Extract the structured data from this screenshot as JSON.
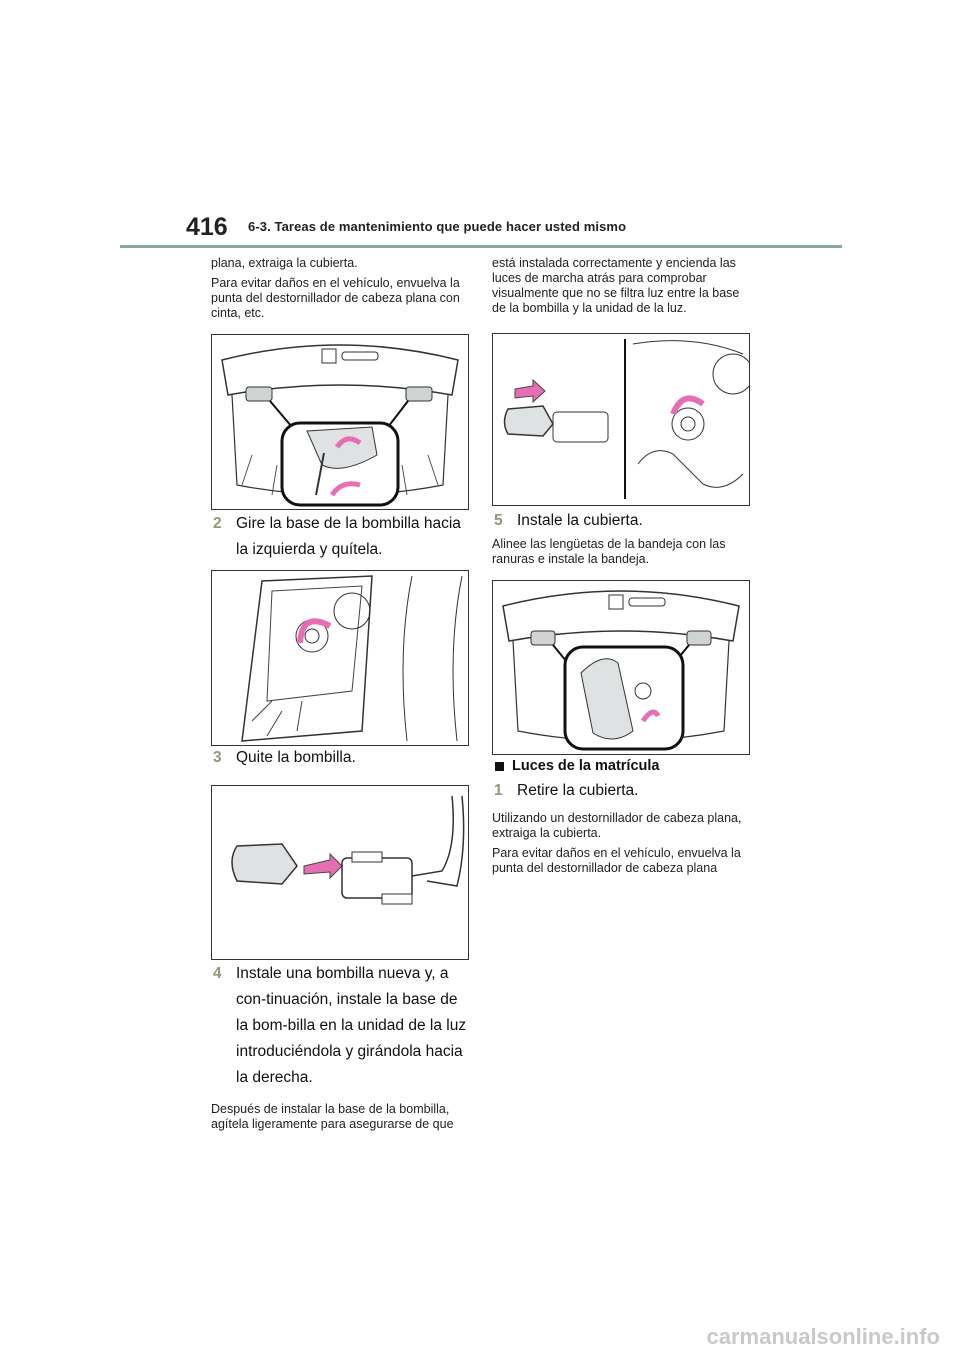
{
  "header": {
    "page_number": "416",
    "section_title": "6-3. Tareas de mantenimiento que puede hacer usted mismo"
  },
  "left_column": {
    "intro_line1": "plana, extraiga la cubierta.",
    "intro_line2": "Para evitar daños en el vehículo, envuelva la punta del destornillador de cabeza plana con cinta, etc.",
    "step2_num": "2",
    "step2_text": "Gire la base de la bombilla hacia la izquierda y quítela.",
    "step3_num": "3",
    "step3_text": "Quite la bombilla.",
    "step4_num": "4",
    "step4_text": "Instale una bombilla nueva y, a con-tinuación, instale la base de la bom-billa en la unidad de la luz introduciéndola y girándola hacia la derecha.",
    "note_after_step4": "Después de instalar la base de la bombilla, agítela ligeramente para asegurarse de que"
  },
  "right_column": {
    "continued_text": "está instalada correctamente y encienda las luces de marcha atrás para comprobar visualmente que no se filtra luz entre la base de la bombilla y la unidad de la luz.",
    "step5_num": "5",
    "step5_text": "Instale la cubierta.",
    "step5_note": "Alinee las lengüetas de la bandeja con las ranuras e instale la bandeja.",
    "subsection_title": "Luces de la matrícula",
    "step1_num": "1",
    "step1_text": "Retire la cubierta.",
    "step1_note1": "Utilizando un destornillador de cabeza plana, extraiga la cubierta.",
    "step1_note2": "Para evitar daños en el vehículo, envuelva la punta del destornillador de cabeza plana"
  },
  "footer": {
    "watermark": "carmanualsonline.info"
  },
  "colors": {
    "accent_rule": "#8aa7a3",
    "step_number": "#8d9b77",
    "arrow_pink": "#e66fb4"
  }
}
